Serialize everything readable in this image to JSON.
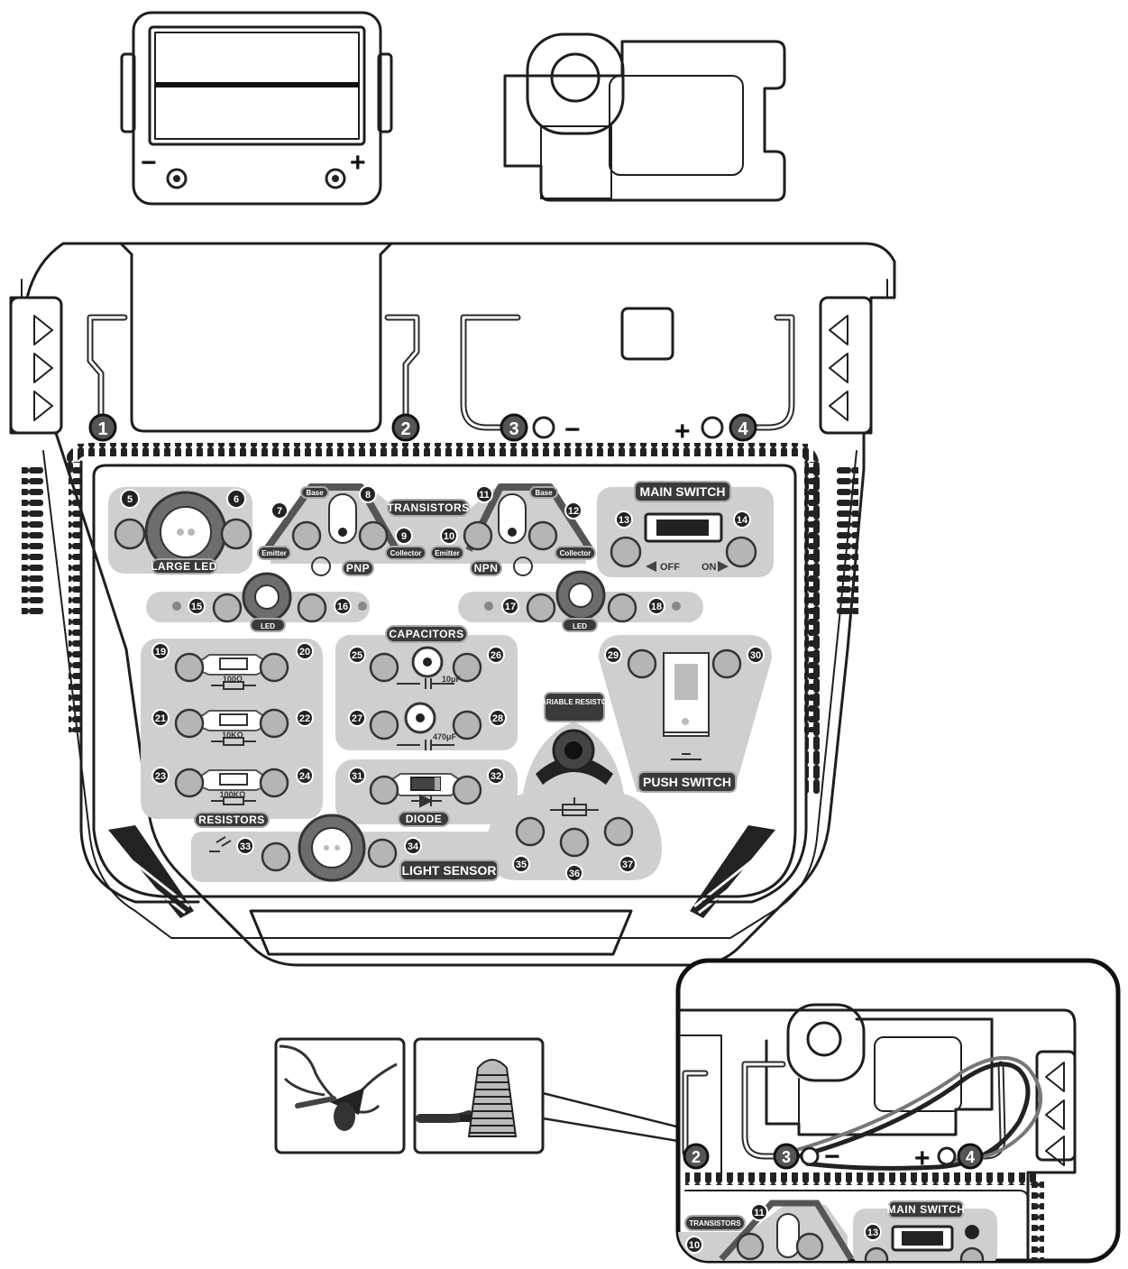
{
  "battery": {
    "minus": "−",
    "plus": "+"
  },
  "board": {
    "clip_numbers": [
      "1",
      "2",
      "3",
      "4"
    ],
    "battery_minus": "−",
    "battery_plus": "+",
    "labels": {
      "large_led": "LARGE LED",
      "transistors": "TRANSISTORS",
      "pnp": "PNP",
      "npn": "NPN",
      "base": "Base",
      "emitter": "Emitter",
      "collector": "Collector",
      "main_switch": "MAIN SWITCH",
      "off": "OFF",
      "on": "ON",
      "led_left": "LED",
      "led_right": "LED",
      "capacitors": "CAPACITORS",
      "cap1_value": "10μF",
      "cap2_value": "470μF",
      "variable_resistor": "VARIABLE RESISTOR",
      "push_switch": "PUSH SWITCH",
      "resistors": "RESISTORS",
      "res1_value": "100Ω",
      "res2_value": "10KΩ",
      "res3_value": "100KΩ",
      "diode": "DIODE",
      "light_sensor": "LIGHT SENSOR"
    },
    "terminal_numbers": {
      "large_led": [
        "5",
        "6"
      ],
      "pnp": [
        "7",
        "8",
        "9"
      ],
      "npn": [
        "10",
        "11",
        "12"
      ],
      "main_switch": [
        "13",
        "14"
      ],
      "led_left": [
        "15",
        "16"
      ],
      "led_right": [
        "17",
        "18"
      ],
      "resistors": [
        "19",
        "20",
        "21",
        "22",
        "23",
        "24"
      ],
      "capacitors": [
        "25",
        "26",
        "27",
        "28"
      ],
      "push_switch": [
        "29",
        "30"
      ],
      "diode": [
        "31",
        "32"
      ],
      "light_sensor": [
        "33",
        "34"
      ],
      "variable_resistor": [
        "35",
        "36",
        "37"
      ]
    }
  },
  "detail": {
    "clip_numbers": [
      "2",
      "3",
      "4"
    ],
    "minus": "−",
    "plus": "+",
    "labels": {
      "transistors": "TRANSISTORS",
      "main_switch": "MAIN SWITCH"
    },
    "terminal_numbers": [
      "10",
      "11",
      "13"
    ]
  }
}
